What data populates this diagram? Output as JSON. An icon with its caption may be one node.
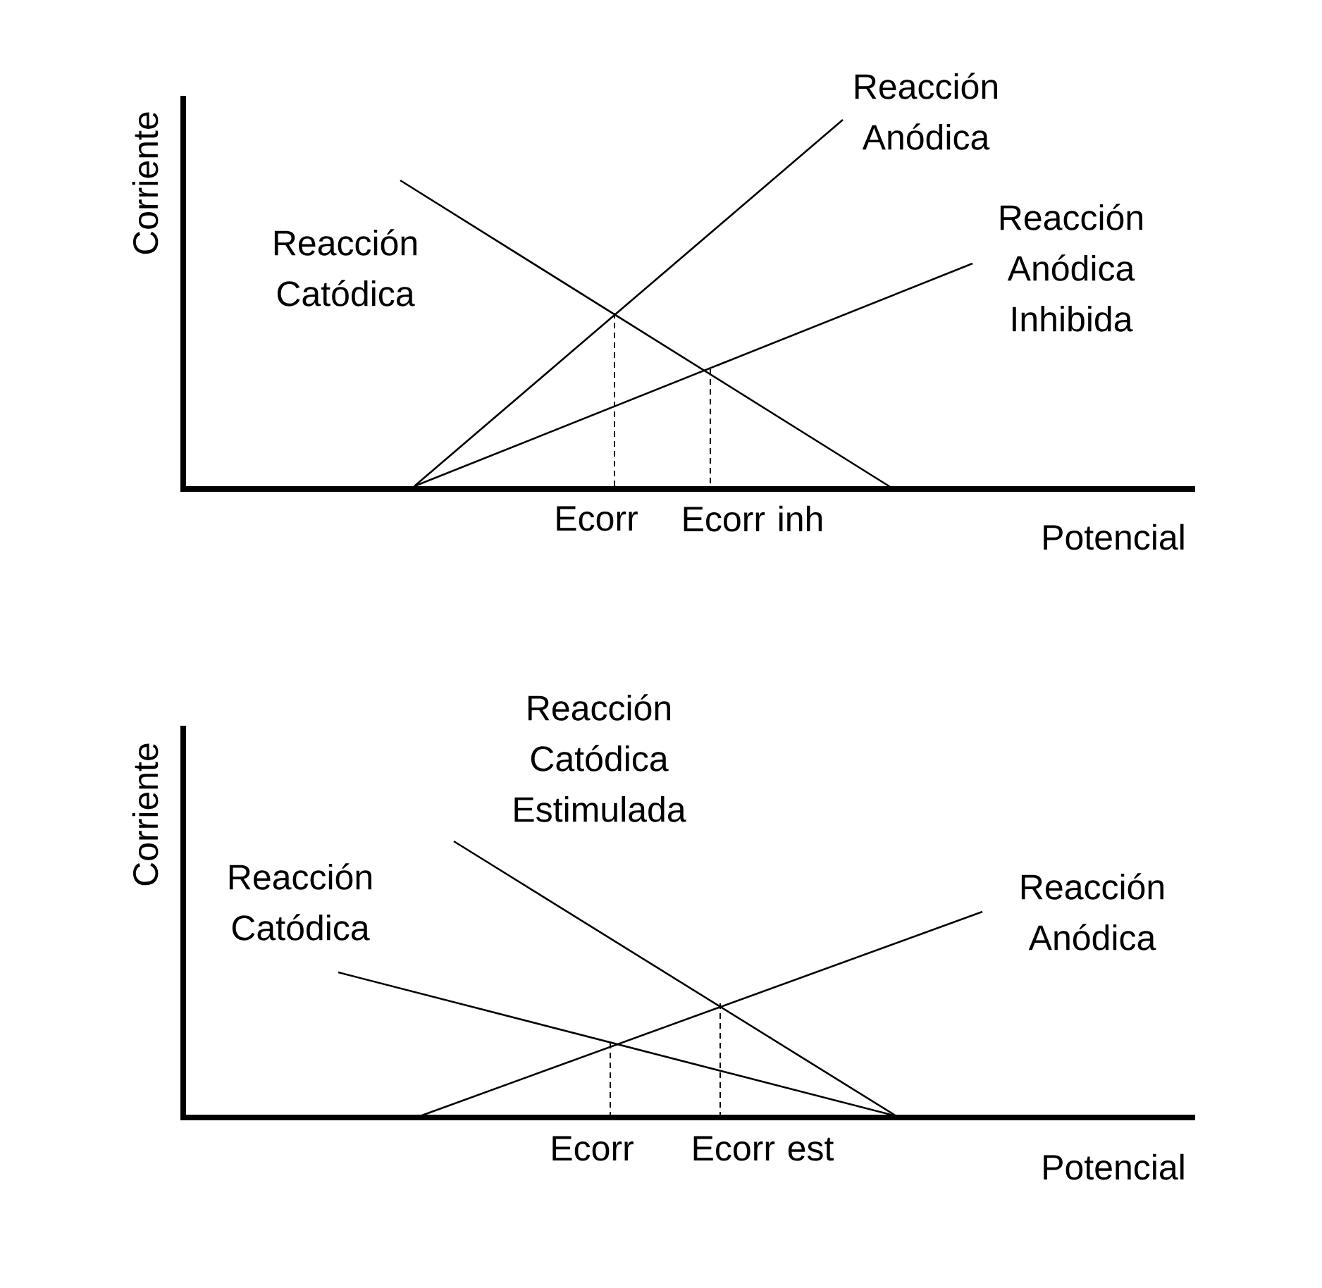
{
  "diagram": {
    "labels": [
      "Reacción Anódica",
      "Corriente",
      "Reacción Anódica Inhibida",
      "Reacción Catódica",
      "Ecorr",
      "Ecorr inh",
      "Potencial",
      "Corriente",
      "Reacción Catódica Estimulada",
      "Reacción Catódica",
      "Reacción Anódica",
      "Ecorr",
      "Ecorr est",
      "Potencial"
    ]
  }
}
